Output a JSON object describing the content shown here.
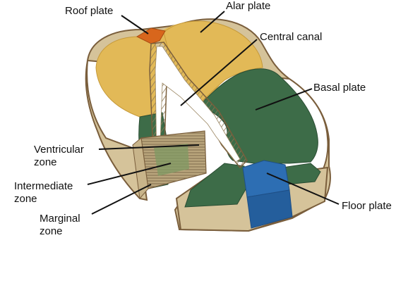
{
  "colors": {
    "alar": "#e2b957",
    "basal": "#3d6c48",
    "tissue": "#d5c39a",
    "edge": "#7a5e3c",
    "roof": "#d8661c",
    "floor": "#2d6eb3",
    "marginal_face": "#c8b48a",
    "hatch": "#9a8662"
  },
  "labels": {
    "roof_plate": "Roof plate",
    "alar_plate": "Alar plate",
    "central_canal": "Central canal",
    "basal_plate": "Basal plate",
    "ventricular_zone": [
      "Ventricular",
      "zone"
    ],
    "intermediate_zone": [
      "Intermediate",
      "zone"
    ],
    "marginal_zone": [
      "Marginal",
      "zone"
    ],
    "floor_plate": "Floor plate"
  }
}
